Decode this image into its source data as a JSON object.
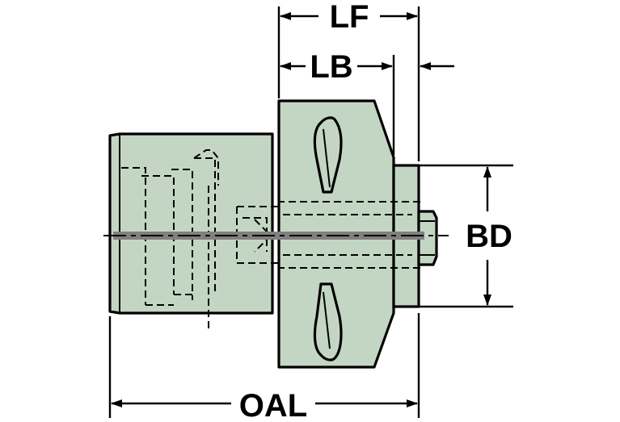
{
  "colors": {
    "body_fill": "#c3d6c3",
    "outline": "#000000",
    "centerline": "#808080",
    "background": "#ffffff"
  },
  "dimensions": {
    "lf": "LF",
    "lb": "LB",
    "bd": "BD",
    "oal": "OAL"
  }
}
